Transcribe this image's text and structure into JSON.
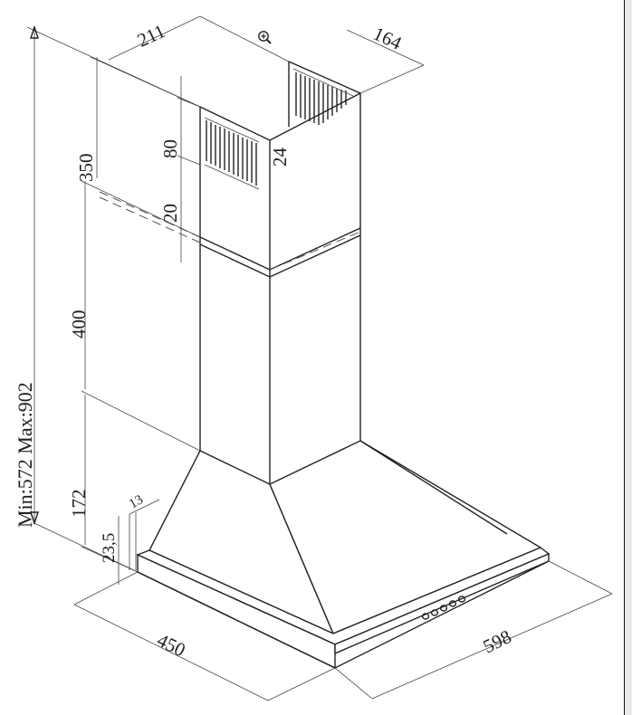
{
  "dimensions": {
    "duct_width_top": "211",
    "duct_depth_top": "164",
    "upper_gap": "24",
    "upper_duct_height": "350",
    "vent_height": "80",
    "overlap": "20",
    "lower_duct_height": "400",
    "canopy_height": "172",
    "rim_height": "23,5",
    "rim_offset": "13",
    "hood_depth": "450",
    "hood_width": "598",
    "total_height": "Min:572  Max:902"
  },
  "icons": {
    "zoom": "zoom-in-icon"
  },
  "colors": {
    "line": "#222222",
    "background": "#ffffff"
  }
}
